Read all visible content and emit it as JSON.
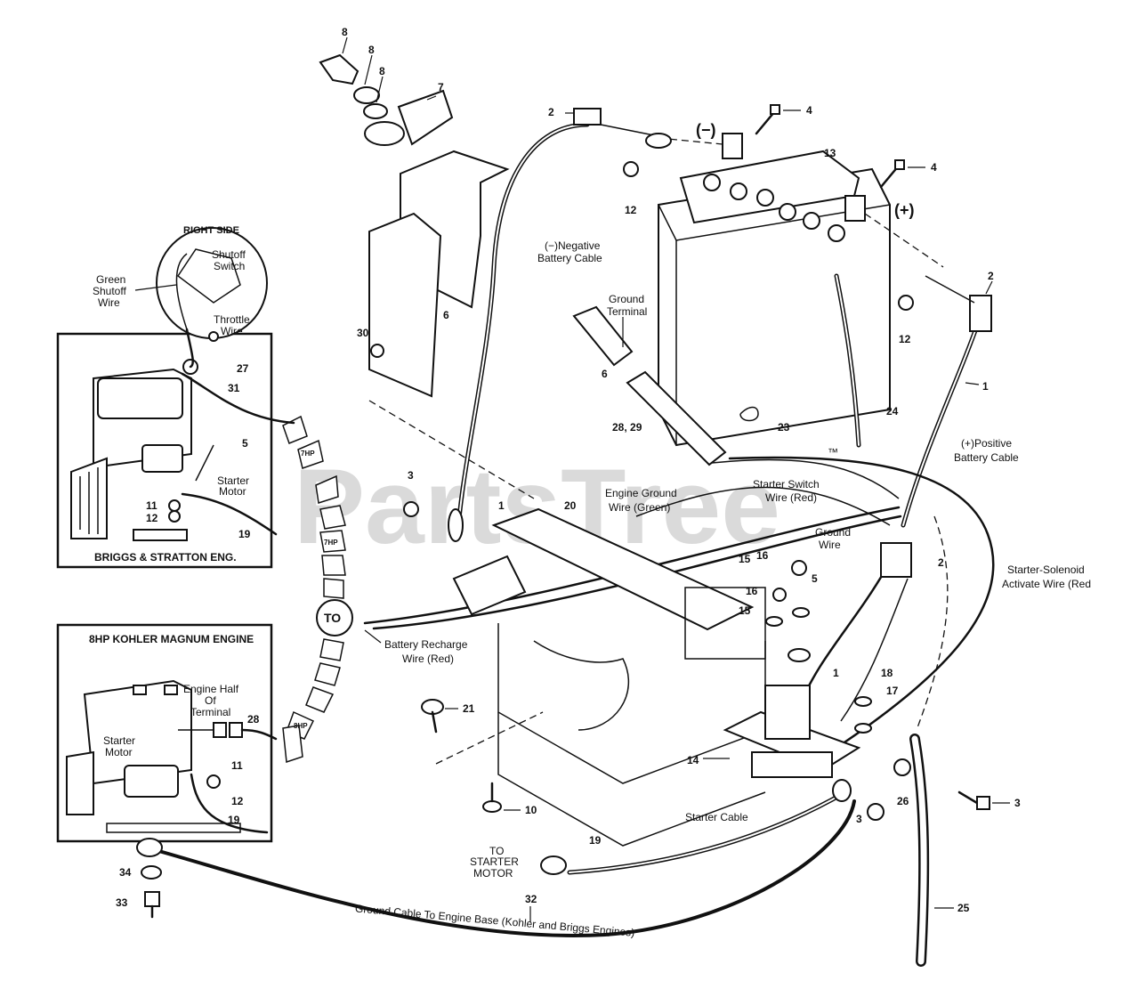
{
  "watermark": {
    "text": "PartsTree",
    "tm": "™"
  },
  "callouts": {
    "c8a": "8",
    "c8b": "8",
    "c8c": "8",
    "c7": "7",
    "c2a": "2",
    "c4a": "4",
    "c4b": "4",
    "c13": "13",
    "c12a": "12",
    "c12b": "12",
    "c2b": "2",
    "c6a": "6",
    "c30": "30",
    "c6b": "6",
    "c28": "28, 29",
    "c23": "23",
    "c24": "24",
    "c1a": "1",
    "c27": "27",
    "c31": "31",
    "c5a": "5",
    "c11a": "11",
    "c12c": "12",
    "c19a": "19",
    "c3a": "3",
    "c1b": "1",
    "c20": "20",
    "c2c": "2",
    "c15a": "15",
    "c16a": "16",
    "c16b": "16",
    "c5b": "5",
    "c15b": "15",
    "c1c": "1",
    "c18": "18",
    "c17": "17",
    "c21": "21",
    "c14": "14",
    "c10": "10",
    "c3b": "3",
    "c26": "26",
    "c3c": "3",
    "c19b": "19",
    "c32": "32",
    "c25": "25",
    "c28b": "28",
    "c11b": "11",
    "c12d": "12",
    "c19c": "19",
    "c34": "34",
    "c33": "33"
  },
  "labels": {
    "neg_symbol": "(−)",
    "pos_symbol": "(+)",
    "neg_cable_1": "(−)Negative",
    "neg_cable_2": "Battery  Cable",
    "ground_terminal_1": "Ground",
    "ground_terminal_2": "Terminal",
    "pos_cable_1": "(+)Positive",
    "pos_cable_2": "Battery Cable",
    "starter_switch_1": "Starter Switch",
    "starter_switch_2": "Wire (Red)",
    "engine_ground_1": "Engine Ground",
    "engine_ground_2": "Wire (Green)",
    "ground_wire_1": "Ground",
    "ground_wire_2": "Wire",
    "solenoid_1": "Starter-Solenoid",
    "solenoid_2": "Activate Wire (Red",
    "to": "TO",
    "recharge_1": "Battery Recharge",
    "recharge_2": "Wire  (Red)",
    "starter_cable": "Starter  Cable",
    "to_starter_1": "TO",
    "to_starter_2": "STARTER",
    "to_starter_3": "MOTOR",
    "ground_base": "Ground Cable To Engine Base (Kohler and Briggs Engines)",
    "right_side": "RIGHT SIDE",
    "shutoff_switch_1": "Shutoff",
    "shutoff_switch_2": "Switch",
    "green_shutoff_1": "Green",
    "green_shutoff_2": "Shutoff",
    "green_shutoff_3": "Wire",
    "throttle_1": "Throttle",
    "throttle_2": "Wire",
    "starter_motor_1": "Starter",
    "starter_motor_2": "Motor",
    "briggs_title": "BRIGGS & STRATTON ENG.",
    "kohler_title": "8HP KOHLER MAGNUM ENGINE",
    "engine_half_1": "Engine Half",
    "engine_half_2": "Of",
    "engine_half_3": "Terminal",
    "kohler_starter_1": "Starter",
    "kohler_starter_2": "Motor",
    "arrow_a": "7HP",
    "arrow_b": "7HP",
    "arrow_c": "8HP"
  }
}
